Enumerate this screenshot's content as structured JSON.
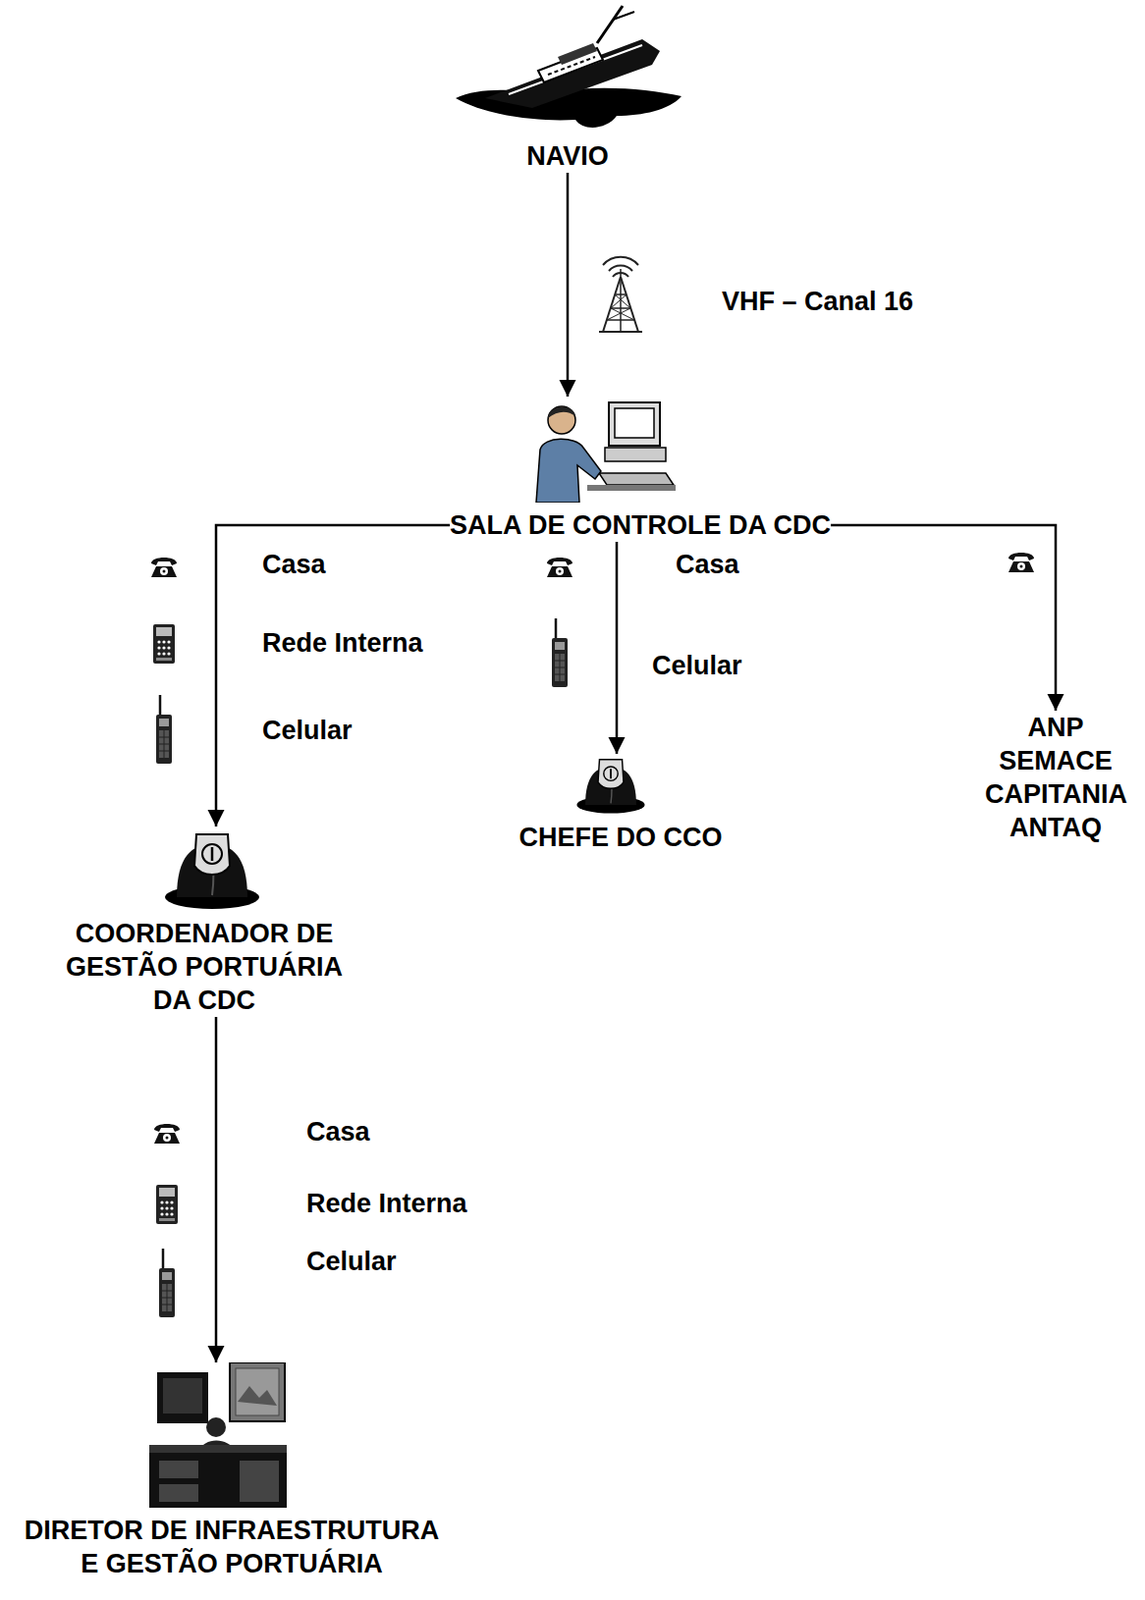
{
  "diagram": {
    "nodes": [
      {
        "text": [
          "NAVIO"
        ]
      },
      {
        "text": [
          "SALA DE CONTROLE DA CDC"
        ]
      },
      {
        "text": [
          "COORDENADOR DE GESTÃO PORTUÁRIA DA CDC"
        ]
      },
      {
        "text": [
          "CHEFE DO CCO"
        ]
      },
      {
        "text": [
          "ANP SEMACE CAPITANIA ANTAQ"
        ]
      },
      {
        "text": [
          "DIRETOR DE INFRAESTRUTURA E GESTÃO PORTUÁRIA"
        ]
      }
    ],
    "edges": [
      {
        "from": 0,
        "to": 1,
        "arrow": "to",
        "label": "VHF – Canal 16"
      },
      {
        "from": 1,
        "to": 2,
        "arrow": "to"
      },
      {
        "from": 1,
        "to": 3,
        "arrow": "to"
      },
      {
        "from": 1,
        "to": 4,
        "arrow": "to"
      },
      {
        "from": 2,
        "to": 5,
        "arrow": "to"
      }
    ],
    "labels": [
      "Casa",
      "Rede Interna",
      "Celular",
      "Casa",
      "Celular",
      "Casa",
      "Rede Interna",
      "Celular"
    ]
  }
}
